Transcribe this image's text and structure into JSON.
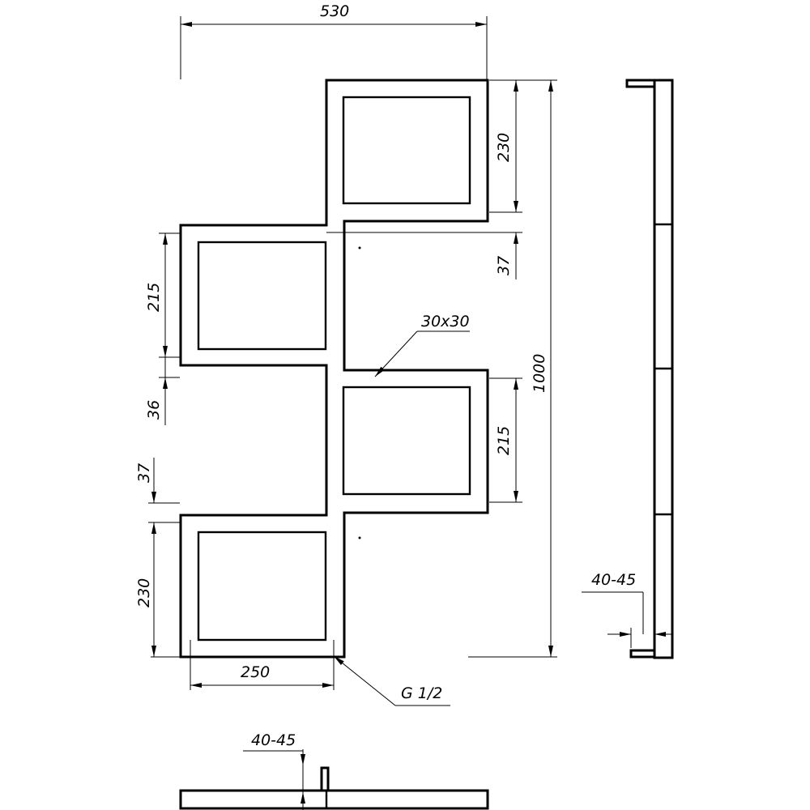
{
  "dimensions": {
    "overall_width": "530",
    "overall_height": "1000",
    "top_window_height": "230",
    "right_gap": "37",
    "right_window_height": "215",
    "left_window_height": "215",
    "left_gap_upper": "36",
    "left_gap_lower": "37",
    "bottom_window_height": "230",
    "bottom_window_width": "250",
    "tube_section": "30x30",
    "connection_thread": "G 1/2",
    "wall_offset_side": "40-45",
    "wall_offset_bottom": "40-45"
  }
}
